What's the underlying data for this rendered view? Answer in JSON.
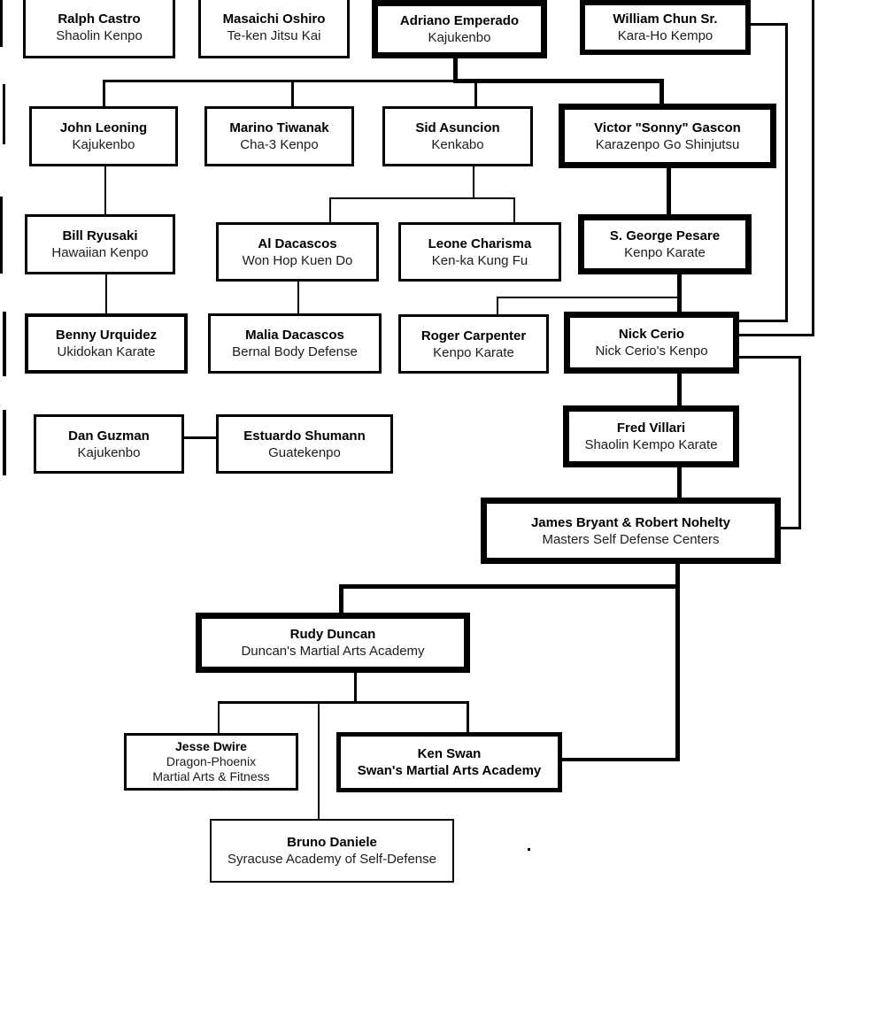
{
  "diagram": {
    "title": "Kenpo / Kempo martial arts lineage chart",
    "colors": {
      "box_border": "#000000",
      "background": "#ffffff",
      "text": "#000000"
    },
    "nodes": [
      {
        "id": "ralph-castro",
        "name": "Ralph Castro",
        "style": "Shaolin Kenpo",
        "emphasis": false
      },
      {
        "id": "masaichi-oshiro",
        "name": "Masaichi Oshiro",
        "style": "Te-ken Jitsu Kai",
        "emphasis": false
      },
      {
        "id": "adriano-emperado",
        "name": "Adriano Emperado",
        "style": "Kajukenbo",
        "emphasis": true
      },
      {
        "id": "william-chun-sr",
        "name": "William Chun Sr.",
        "style": "Kara-Ho Kempo",
        "emphasis": true
      },
      {
        "id": "john-leoning",
        "name": "John Leoning",
        "style": "Kajukenbo",
        "emphasis": false
      },
      {
        "id": "marino-tiwanak",
        "name": "Marino Tiwanak",
        "style": "Cha-3 Kenpo",
        "emphasis": false
      },
      {
        "id": "sid-asuncion",
        "name": "Sid Asuncion",
        "style": "Kenkabo",
        "emphasis": false
      },
      {
        "id": "victor-gascon",
        "name": "Victor \"Sonny\" Gascon",
        "style": "Karazenpo Go Shinjutsu",
        "emphasis": true
      },
      {
        "id": "bill-ryusaki",
        "name": "Bill Ryusaki",
        "style": "Hawaiian Kenpo",
        "emphasis": false
      },
      {
        "id": "al-dacascos",
        "name": "Al Dacascos",
        "style": "Won Hop Kuen Do",
        "emphasis": false
      },
      {
        "id": "leone-charisma",
        "name": "Leone Charisma",
        "style": "Ken-ka Kung Fu",
        "emphasis": false
      },
      {
        "id": "s-george-pesare",
        "name": "S. George Pesare",
        "style": "Kenpo Karate",
        "emphasis": true
      },
      {
        "id": "benny-urquidez",
        "name": "Benny Urquidez",
        "style": "Ukidokan Karate",
        "emphasis": false
      },
      {
        "id": "malia-dacascos",
        "name": "Malia Dacascos",
        "style": "Bernal Body Defense",
        "emphasis": false
      },
      {
        "id": "roger-carpenter",
        "name": "Roger Carpenter",
        "style": "Kenpo Karate",
        "emphasis": false
      },
      {
        "id": "nick-cerio",
        "name": "Nick Cerio",
        "style": "Nick Cerio's Kenpo",
        "emphasis": true
      },
      {
        "id": "dan-guzman",
        "name": "Dan Guzman",
        "style": "Kajukenbo",
        "emphasis": false
      },
      {
        "id": "estuardo-shumann",
        "name": "Estuardo Shumann",
        "style": "Guatekenpo",
        "emphasis": false
      },
      {
        "id": "fred-villari",
        "name": "Fred Villari",
        "style": "Shaolin Kempo Karate",
        "emphasis": true
      },
      {
        "id": "james-bryant-robert-nohelty",
        "name": "James Bryant & Robert Nohelty",
        "style": "Masters Self Defense Centers",
        "emphasis": true
      },
      {
        "id": "rudy-duncan",
        "name": "Rudy Duncan",
        "style": "Duncan's Martial Arts Academy",
        "emphasis": true
      },
      {
        "id": "jesse-dwire",
        "name": "Jesse Dwire",
        "style": "Dragon-Phoenix",
        "style2": "Martial Arts & Fitness",
        "emphasis": false
      },
      {
        "id": "ken-swan",
        "name": "Ken Swan",
        "style": "Swan's Martial Arts Academy",
        "emphasis": true
      },
      {
        "id": "bruno-daniele",
        "name": "Bruno Daniele",
        "style": "Syracuse Academy of Self-Defense",
        "emphasis": false
      }
    ],
    "edges": [
      {
        "from": "adriano-emperado",
        "to": [
          "john-leoning",
          "marino-tiwanak",
          "sid-asuncion",
          "victor-gascon"
        ]
      },
      {
        "from": "william-chun-sr",
        "to": [
          "nick-cerio"
        ]
      },
      {
        "from": "off-screen-top",
        "to": [
          "nick-cerio"
        ]
      },
      {
        "from": "john-leoning",
        "to": [
          "bill-ryusaki"
        ]
      },
      {
        "from": "bill-ryusaki",
        "to": [
          "benny-urquidez"
        ]
      },
      {
        "from": "sid-asuncion",
        "to": [
          "al-dacascos",
          "leone-charisma"
        ]
      },
      {
        "from": "al-dacascos",
        "to": [
          "malia-dacascos"
        ]
      },
      {
        "from": "victor-gascon",
        "to": [
          "s-george-pesare"
        ]
      },
      {
        "from": "s-george-pesare",
        "to": [
          "roger-carpenter",
          "nick-cerio"
        ]
      },
      {
        "from": "nick-cerio",
        "to": [
          "fred-villari",
          "james-bryant-robert-nohelty"
        ]
      },
      {
        "from": "dan-guzman",
        "to": [
          "estuardo-shumann"
        ]
      },
      {
        "from": "fred-villari",
        "to": [
          "james-bryant-robert-nohelty"
        ]
      },
      {
        "from": "james-bryant-robert-nohelty",
        "to": [
          "rudy-duncan",
          "ken-swan"
        ]
      },
      {
        "from": "rudy-duncan",
        "to": [
          "jesse-dwire",
          "bruno-daniele",
          "ken-swan"
        ]
      }
    ]
  }
}
